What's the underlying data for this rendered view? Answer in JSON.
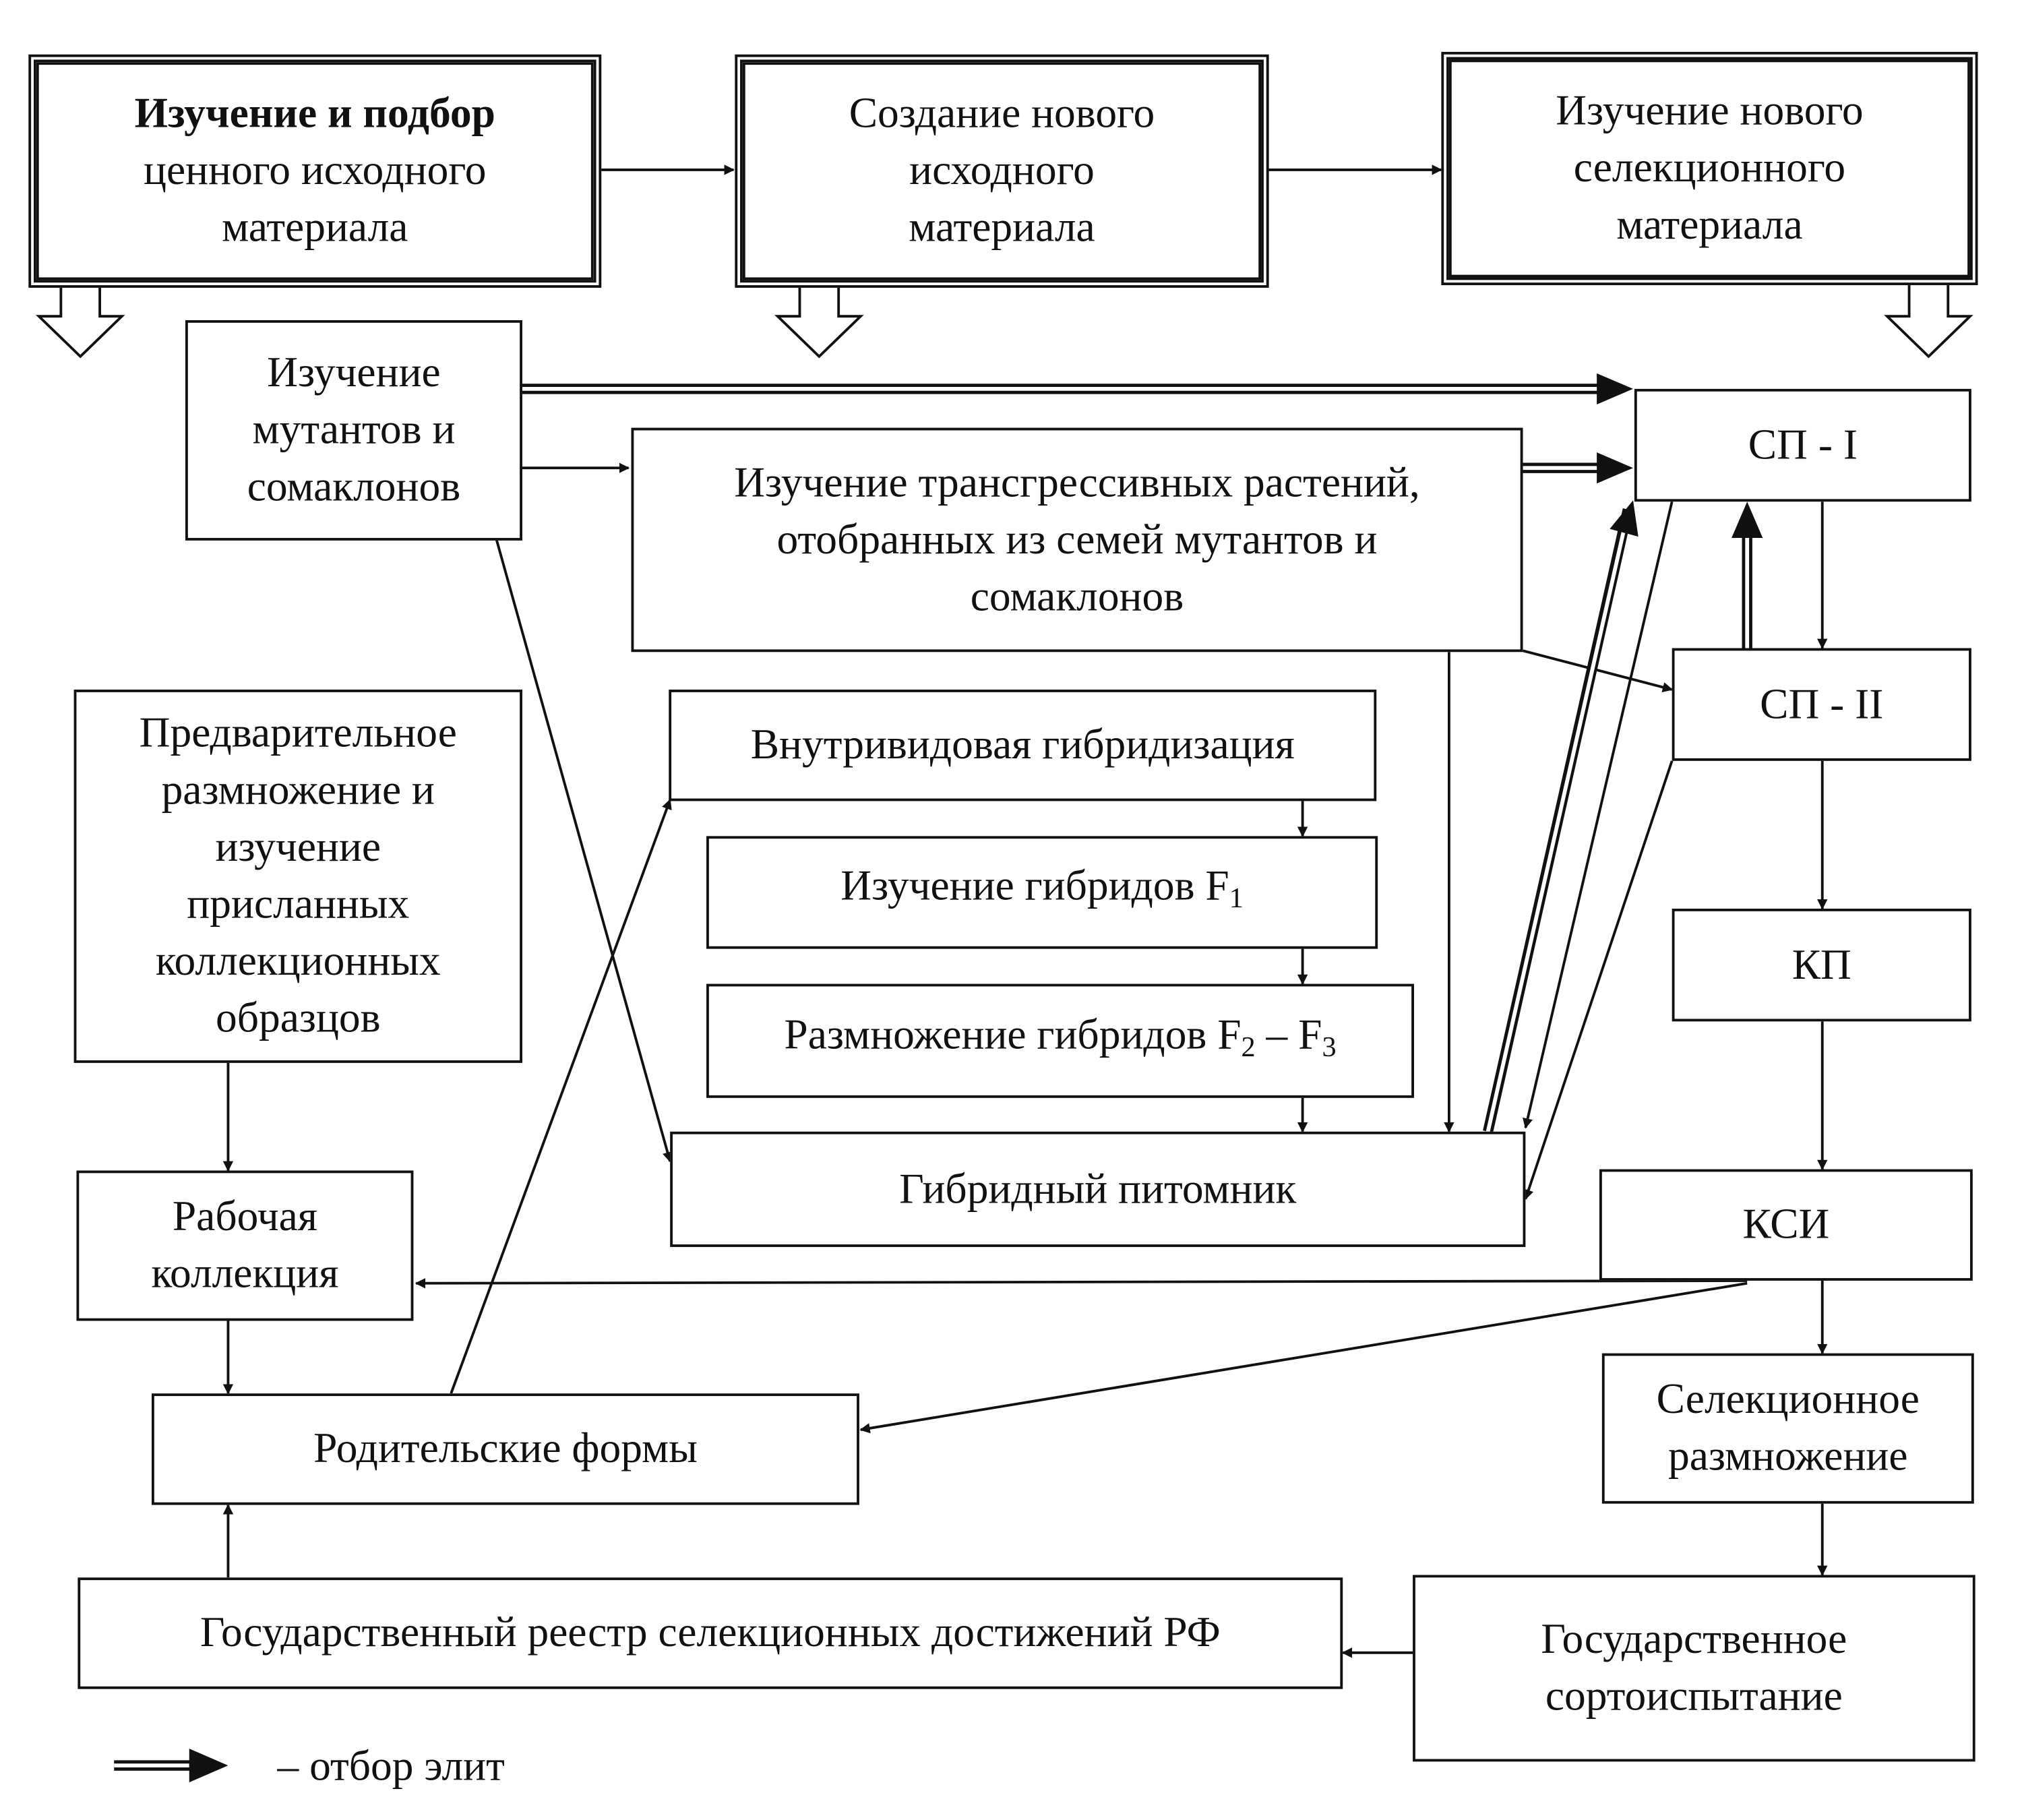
{
  "top": {
    "stage1_a": "Изучение  и  подбор",
    "stage1_b": "ценного исходного\nматериала",
    "stage2": "Создание нового\nисходного\nматериала",
    "stage3": "Изучение нового\nселекционного\nматериала"
  },
  "boxes": {
    "mutants": "Изучение\nмутантов и\nсомаклонов",
    "transgressive": "Изучение трансгрессивных растений,\nотобранных из семей мутантов и\nсомаклонов",
    "prelim": "Предварительное\nразмножение и\nизучение\nприсланных\nколлекционных\nобразцов",
    "intraspecific": "Внутривидовая  гибридизация",
    "f1_text": "Изучение гибридов F",
    "f1_sub": "1",
    "f23_text": "Размножение гибридов F",
    "f23_sub2": "2",
    "f23_dash": " – F",
    "f23_sub3": "3",
    "nursery": "Гибридный питомник",
    "working": "Рабочая\nколлекция",
    "parents": "Родительские формы",
    "registry": "Государственный реестр селекционных достижений РФ",
    "sp1": "СП - I",
    "sp2": "СП - II",
    "kp": "КП",
    "ksi": "КСИ",
    "selprop": "Селекционное\nразмножение",
    "state_trial": "Государственное\nсортоиспытание"
  },
  "legend": {
    "text": "– отбор элит"
  }
}
